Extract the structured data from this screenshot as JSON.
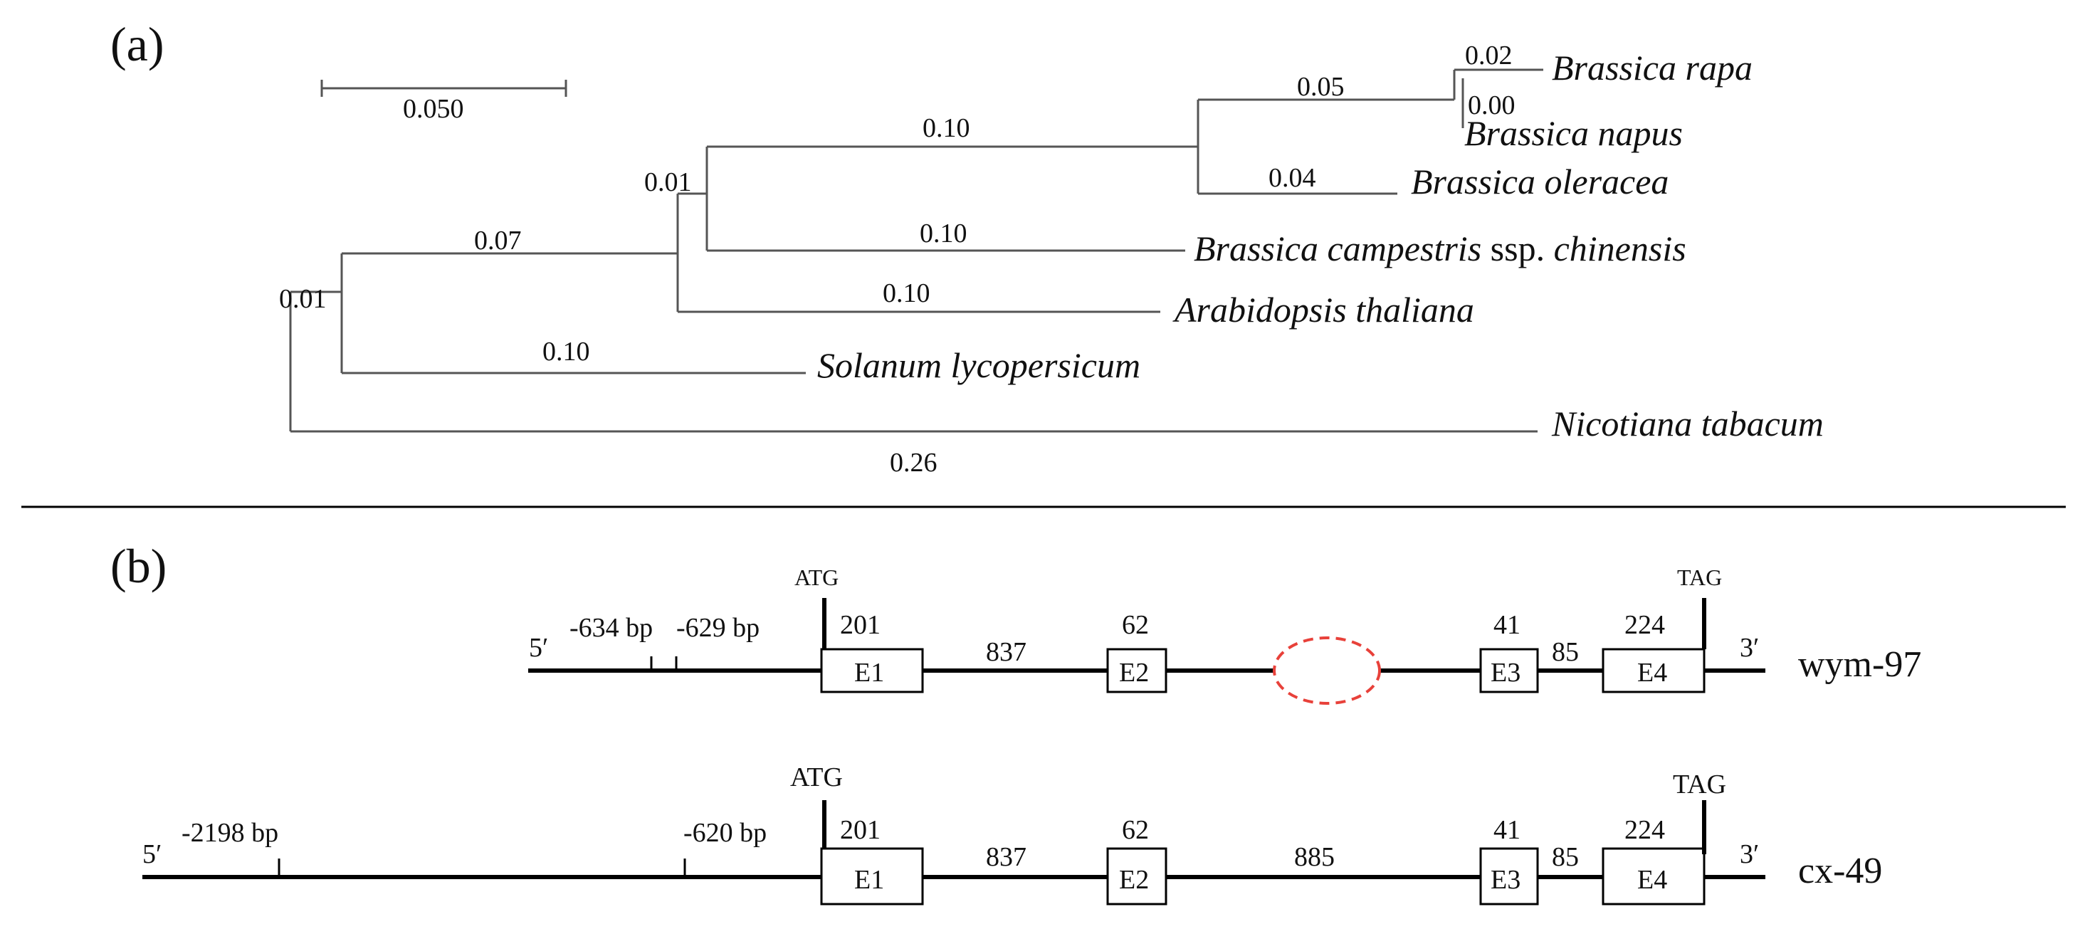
{
  "panel_a": {
    "label": "(a)",
    "scale_bar": {
      "label": "0.050"
    },
    "species": [
      {
        "name": "Brassica rapa"
      },
      {
        "name": "Brassica napus"
      },
      {
        "name": "Brassica oleracea"
      },
      {
        "name": "Brassica campestris",
        "suffix": " ssp. ",
        "suffix2": "chinensis"
      },
      {
        "name": "Arabidopsis thaliana"
      },
      {
        "name": "Solanum lycopersicum"
      },
      {
        "name": "Nicotiana tabacum"
      }
    ],
    "branch_labels": {
      "rapa": "0.02",
      "napus": "0.00",
      "rapa_napus_clade": "0.05",
      "oleracea": "0.04",
      "brassica_clade": "0.10",
      "inner_node": "0.01",
      "chinensis": "0.10",
      "crucifer_clade": "0.07",
      "arabidopsis": "0.10",
      "root_node": "0.01",
      "solanum": "0.10",
      "nicotiana": "0.26"
    }
  },
  "panel_b": {
    "label": "(b)",
    "genes": [
      {
        "name": "wym-97",
        "five_prime": "5′",
        "three_prime": "3′",
        "start_codon": "ATG",
        "stop_codon": "TAG",
        "promoter_marks": [
          {
            "label": "-634 bp"
          },
          {
            "label": "-629 bp"
          }
        ],
        "exons": [
          {
            "label": "E1",
            "size": "201"
          },
          {
            "label": "E2",
            "size": "62"
          },
          {
            "label": "E3",
            "size": "41"
          },
          {
            "label": "E4",
            "size": "224"
          }
        ],
        "introns": [
          "837",
          "",
          "85"
        ],
        "deletion_marked": true
      },
      {
        "name": "cx-49",
        "five_prime": "5′",
        "three_prime": "3′",
        "start_codon": "ATG",
        "stop_codon": "TAG",
        "promoter_marks": [
          {
            "label": "-2198 bp"
          },
          {
            "label": "-620 bp"
          }
        ],
        "exons": [
          {
            "label": "E1",
            "size": "201"
          },
          {
            "label": "E2",
            "size": "62"
          },
          {
            "label": "E3",
            "size": "41"
          },
          {
            "label": "E4",
            "size": "224"
          }
        ],
        "introns": [
          "837",
          "885",
          "85"
        ],
        "deletion_marked": false
      }
    ]
  },
  "colors": {
    "deletion_outline": "#e8413a",
    "branch": "#555555",
    "gene_line": "#000000"
  }
}
